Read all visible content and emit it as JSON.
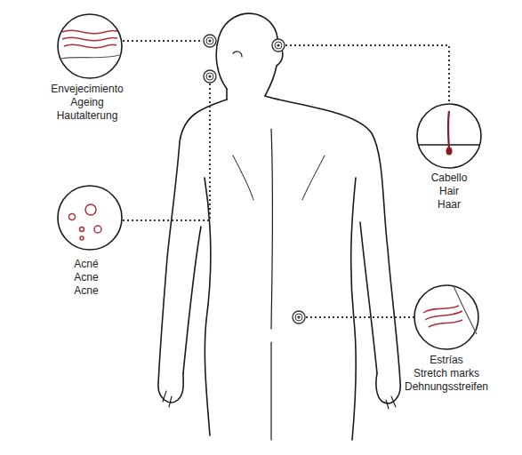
{
  "diagram": {
    "labels": [
      "Envejecimiento",
      "Ageing",
      "Hautalterung",
      "Acné",
      "Acne",
      "Acne",
      "Cabello",
      "Hair",
      "Haar",
      "Estrías",
      "Stretch marks",
      "Dehnungsstreifen"
    ]
  }
}
